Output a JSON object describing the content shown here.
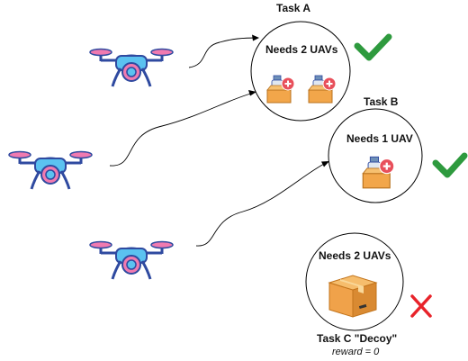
{
  "task_a": {
    "title": "Task A",
    "requirement": "Needs 2 UAVs",
    "status": "success"
  },
  "task_b": {
    "title": "Task B",
    "requirement": "Needs 1 UAV",
    "status": "success"
  },
  "task_c": {
    "title": "Task C \"Decoy\"",
    "requirement": "Needs 2 UAVs",
    "reward": "reward = 0",
    "status": "fail"
  },
  "colors": {
    "check": "#2e9a3e",
    "cross": "#e8232a",
    "drone_body": "#5bc2f0",
    "drone_outline": "#2f4aa0",
    "rotor": "#f07ab0",
    "package": "#f2a64a",
    "medical_cross": "#e8505b"
  },
  "icons": [
    "drone-icon",
    "medical-package-icon",
    "box-icon",
    "checkmark-icon",
    "cross-icon"
  ]
}
